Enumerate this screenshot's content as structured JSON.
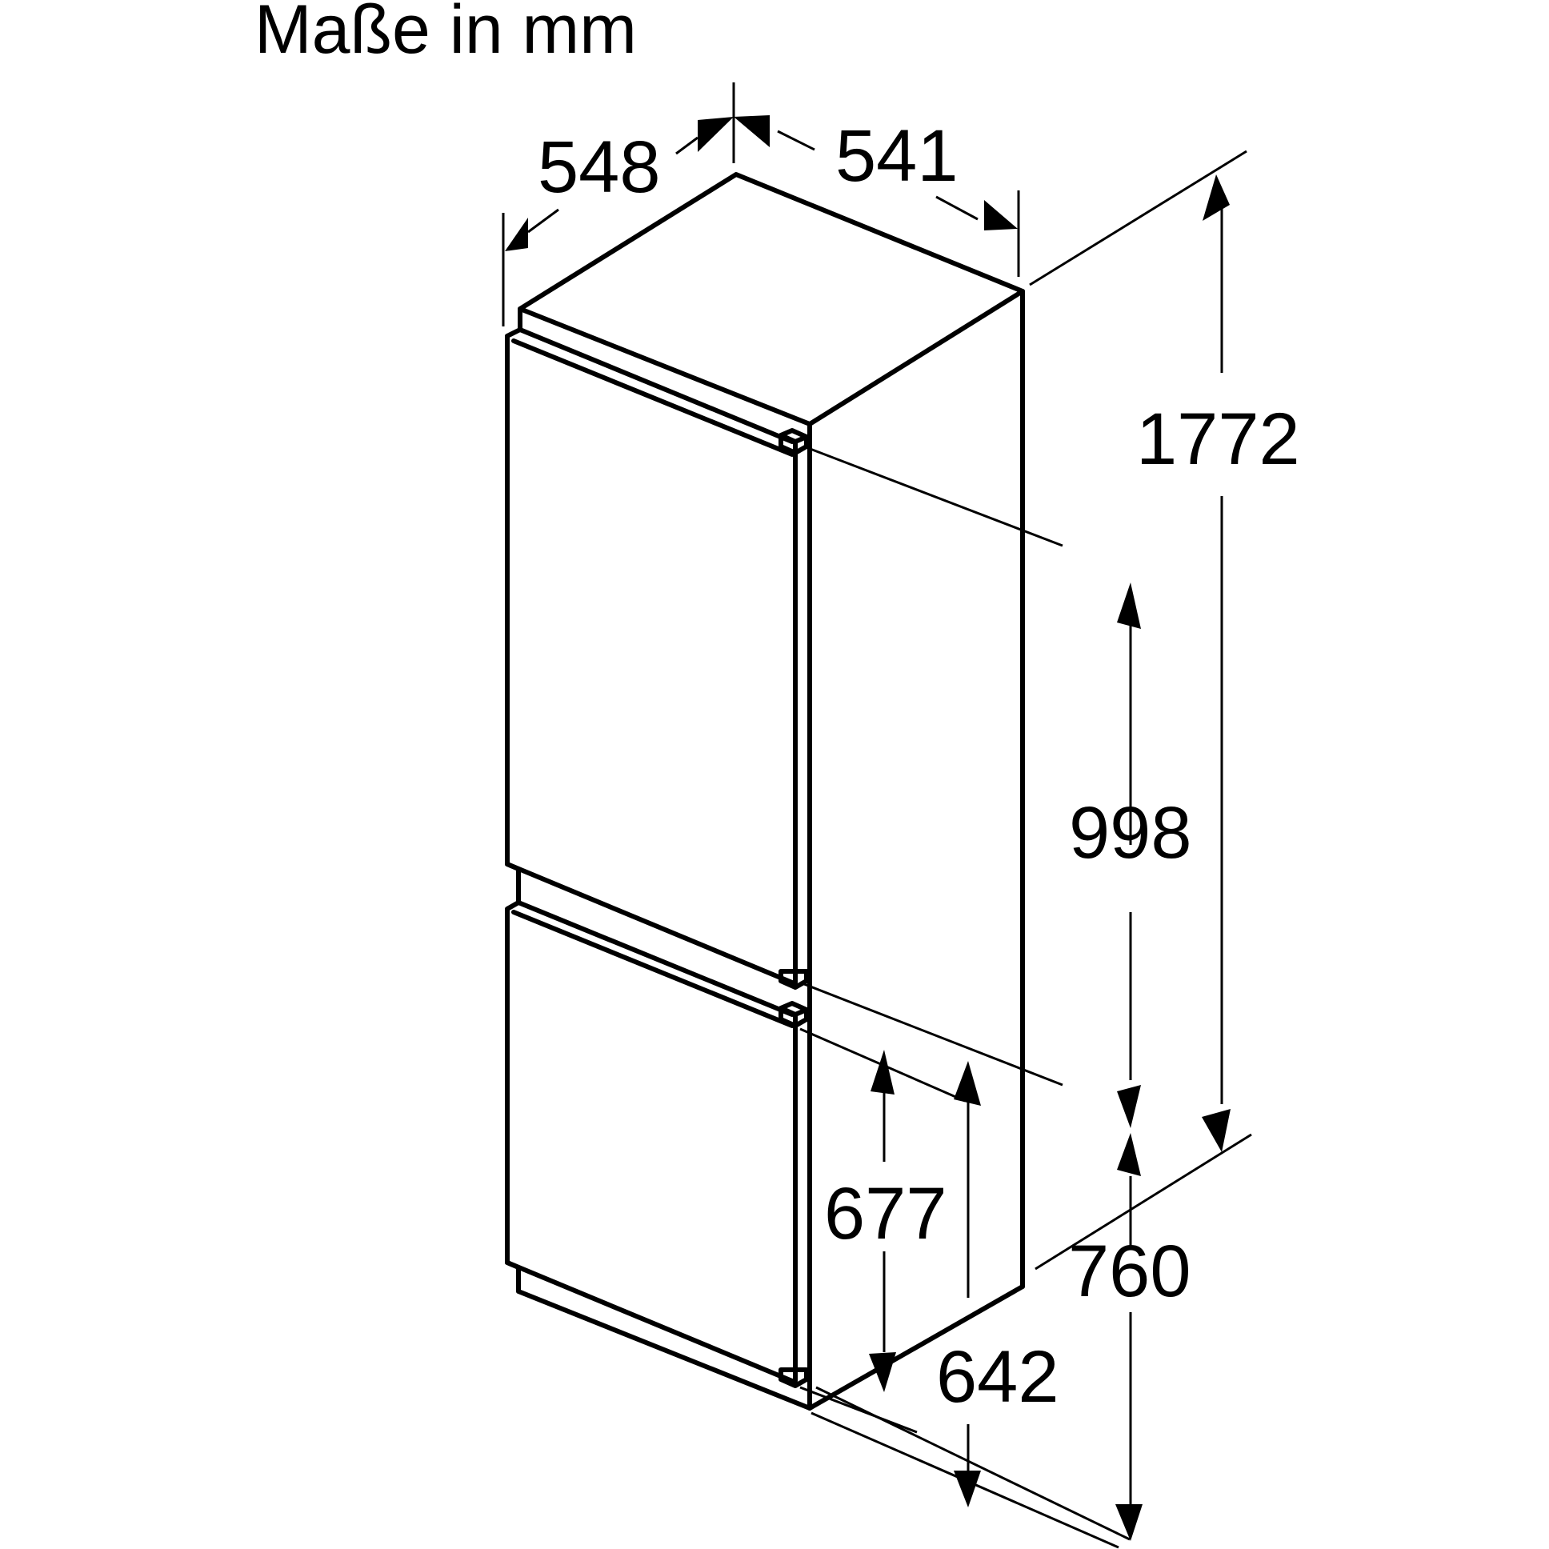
{
  "title": "Maße in mm",
  "unit": "mm",
  "subject": "built-in fridge-freezer",
  "dimensions": {
    "depth": "548",
    "width": "541",
    "height_total": "1772",
    "upper_door_height": "998",
    "lower_door_height": "642",
    "lower_section_front": "677",
    "lower_section_total": "760"
  },
  "colors": {
    "line": "#000000",
    "background": "#ffffff"
  }
}
